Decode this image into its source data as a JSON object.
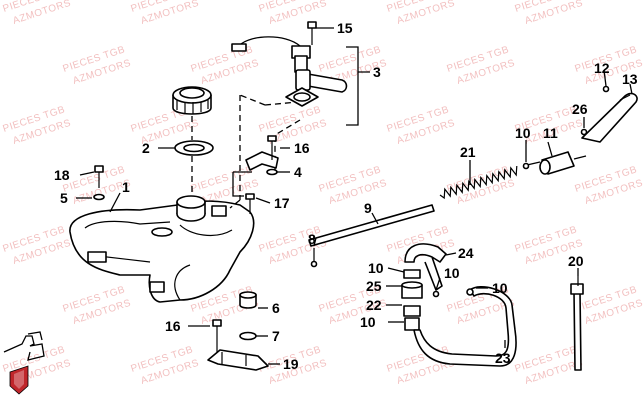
{
  "watermarks": [
    {
      "text": "PIECES TGB"
    },
    {
      "text": "AZMOTORS"
    }
  ],
  "callouts": [
    {
      "id": "1",
      "label": "1"
    },
    {
      "id": "2",
      "label": "2"
    },
    {
      "id": "3",
      "label": "3"
    },
    {
      "id": "4",
      "label": "4"
    },
    {
      "id": "5",
      "label": "5"
    },
    {
      "id": "6",
      "label": "6"
    },
    {
      "id": "7",
      "label": "7"
    },
    {
      "id": "8",
      "label": "8"
    },
    {
      "id": "9",
      "label": "9"
    },
    {
      "id": "10a",
      "label": "10"
    },
    {
      "id": "10b",
      "label": "10"
    },
    {
      "id": "10c",
      "label": "10"
    },
    {
      "id": "10d",
      "label": "10"
    },
    {
      "id": "10e",
      "label": "10"
    },
    {
      "id": "11",
      "label": "11"
    },
    {
      "id": "12",
      "label": "12"
    },
    {
      "id": "13",
      "label": "13"
    },
    {
      "id": "15",
      "label": "15"
    },
    {
      "id": "16a",
      "label": "16"
    },
    {
      "id": "16b",
      "label": "16"
    },
    {
      "id": "17",
      "label": "17"
    },
    {
      "id": "18",
      "label": "18"
    },
    {
      "id": "19",
      "label": "19"
    },
    {
      "id": "20",
      "label": "20"
    },
    {
      "id": "21",
      "label": "21"
    },
    {
      "id": "22",
      "label": "22"
    },
    {
      "id": "23",
      "label": "23"
    },
    {
      "id": "24",
      "label": "24"
    },
    {
      "id": "25",
      "label": "25"
    },
    {
      "id": "26",
      "label": "26"
    }
  ],
  "colors": {
    "watermark": "#e88a8a",
    "ink": "#000000",
    "logo": "#c0262b"
  }
}
